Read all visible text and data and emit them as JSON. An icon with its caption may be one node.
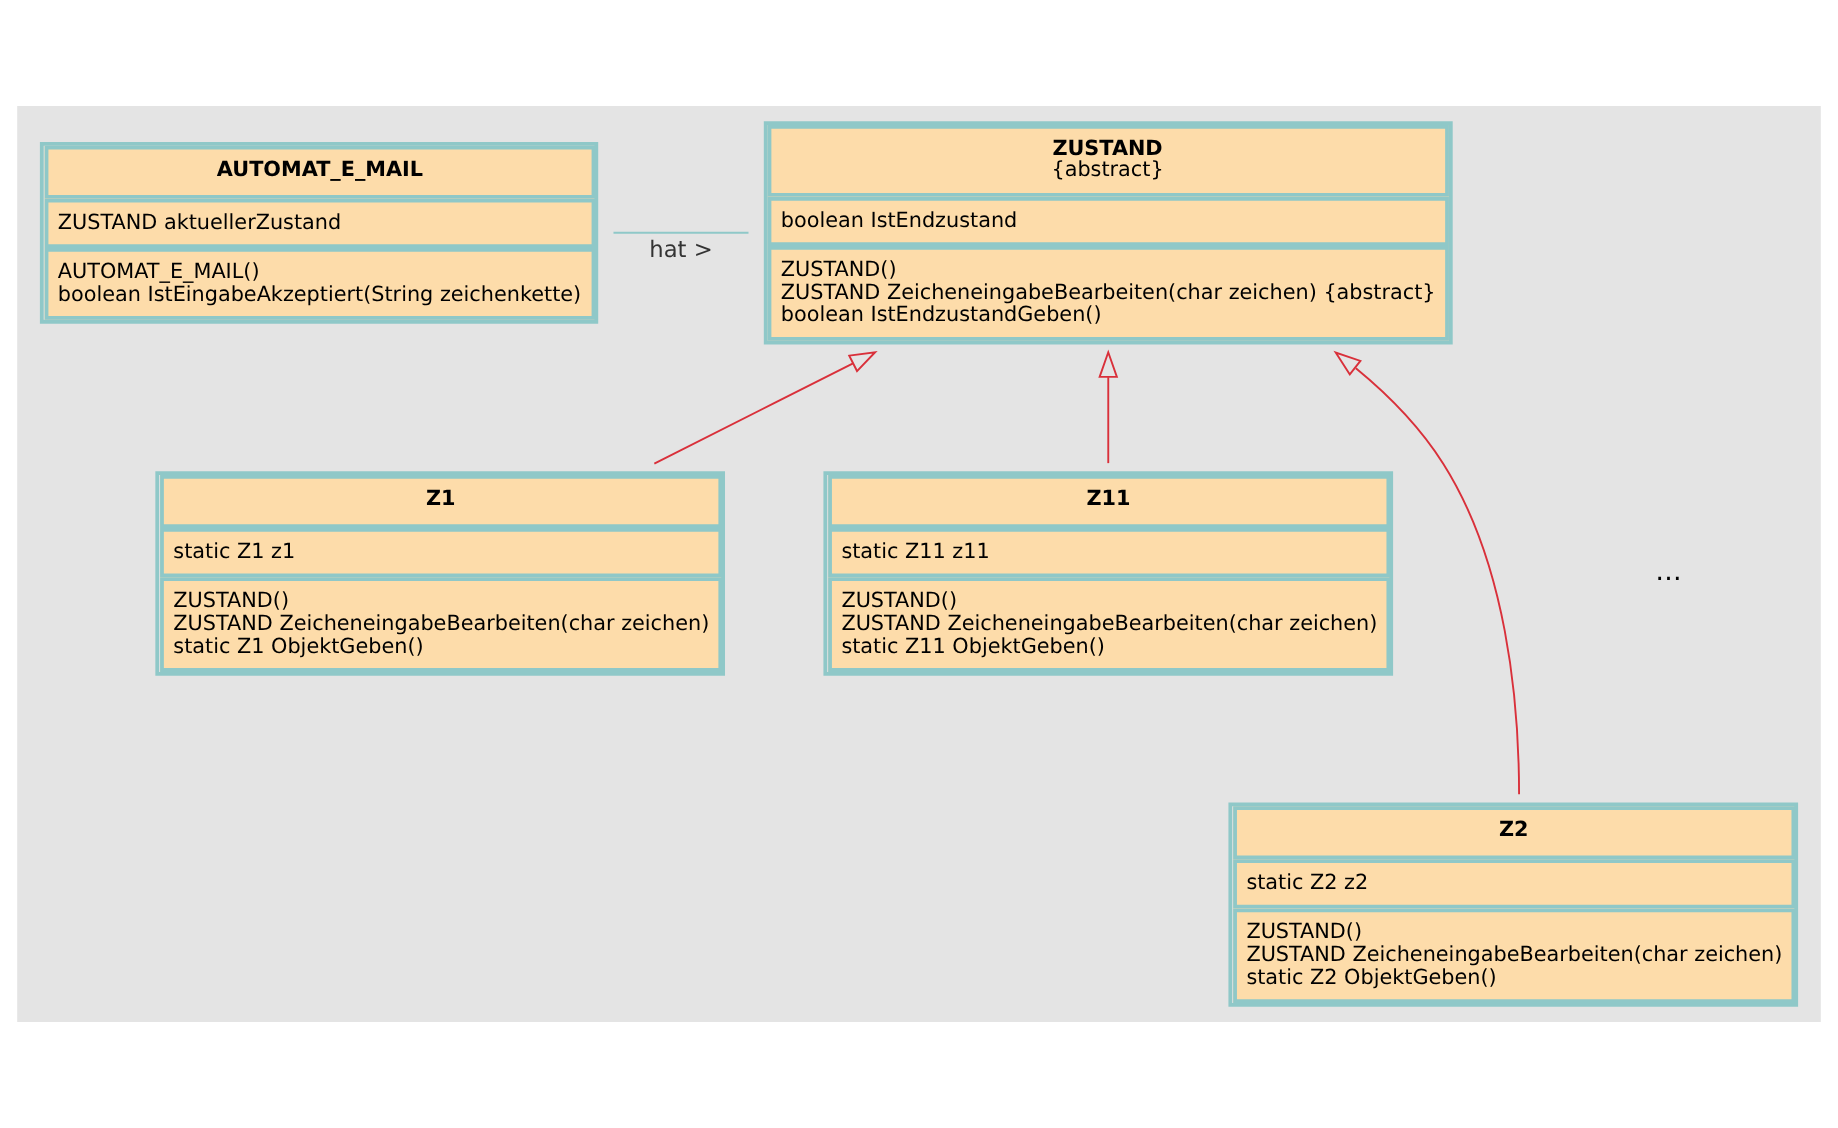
{
  "diagram": {
    "nodes": [
      {
        "text": [
          "AUTOMAT_E_MAIL",
          "ZUSTAND aktuellerZustand",
          "AUTOMAT_E_MAIL()",
          "boolean IstEingabeAkzeptiert(String zeichenkette)"
        ]
      },
      {
        "text": [
          "ZUSTAND",
          "{abstract}",
          "boolean IstEndzustand",
          "ZUSTAND()",
          "ZUSTAND ZeicheneingabeBearbeiten(char zeichen) {abstract}",
          "boolean IstEndzustandGeben()"
        ]
      },
      {
        "text": [
          "Z1",
          "static Z1 z1",
          "ZUSTAND()",
          "ZUSTAND ZeicheneingabeBearbeiten(char zeichen)",
          "static Z1 ObjektGeben()"
        ]
      },
      {
        "text": [
          "Z11",
          "static Z11 z11",
          "ZUSTAND()",
          "ZUSTAND ZeicheneingabeBearbeiten(char zeichen)",
          "static Z11 ObjektGeben()"
        ]
      },
      {
        "text": [
          "Z2",
          "static Z2 z2",
          "ZUSTAND()",
          "ZUSTAND ZeicheneingabeBearbeiten(char zeichen)",
          "static Z2 ObjektGeben()"
        ]
      }
    ],
    "edges": [
      {
        "from": 0,
        "to": 1,
        "arrow": "none",
        "label": "hat >",
        "color": "#8fc8c8"
      },
      {
        "from": 2,
        "to": 1,
        "arrow": "to"
      },
      {
        "from": 4,
        "to": 1,
        "arrow": "to"
      },
      {
        "from": 3,
        "to": 1,
        "arrow": "to"
      }
    ],
    "labels": [
      "…"
    ]
  }
}
